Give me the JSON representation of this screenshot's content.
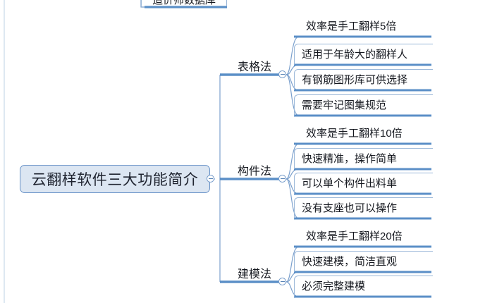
{
  "diagram": {
    "type": "mind-map",
    "orientation": "left-to-right",
    "colors": {
      "node_fill": "#dce6f2",
      "node_border": "#6a93c8",
      "connector": "#5a84b6",
      "underline": "#5b8fc7",
      "text": "#15181f",
      "background": "#ffffff"
    },
    "root": {
      "label": "云翻样软件三大功能简介",
      "toggle": "collapse-toggle-minus"
    },
    "clipped_node": {
      "label": "造价师数据库"
    },
    "branches": [
      {
        "label": "表格法",
        "toggle": "collapse-toggle-minus",
        "leaves": [
          {
            "label": "效率是手工翻样5倍"
          },
          {
            "label": "适用于年龄大的翻样人"
          },
          {
            "label": "有钢筋图形库可供选择"
          },
          {
            "label": "需要牢记图集规范"
          }
        ]
      },
      {
        "label": "构件法",
        "toggle": "collapse-toggle-minus",
        "leaves": [
          {
            "label": "效率是手工翻样10倍"
          },
          {
            "label": "快速精准，操作简单"
          },
          {
            "label": "可以单个构件出料单"
          },
          {
            "label": "没有支座也可以操作"
          }
        ]
      },
      {
        "label": "建模法",
        "toggle": "collapse-toggle-minus",
        "leaves": [
          {
            "label": "效率是手工翻样20倍"
          },
          {
            "label": "快速建模，简洁直观"
          },
          {
            "label": "必须完整建模"
          }
        ]
      }
    ]
  }
}
